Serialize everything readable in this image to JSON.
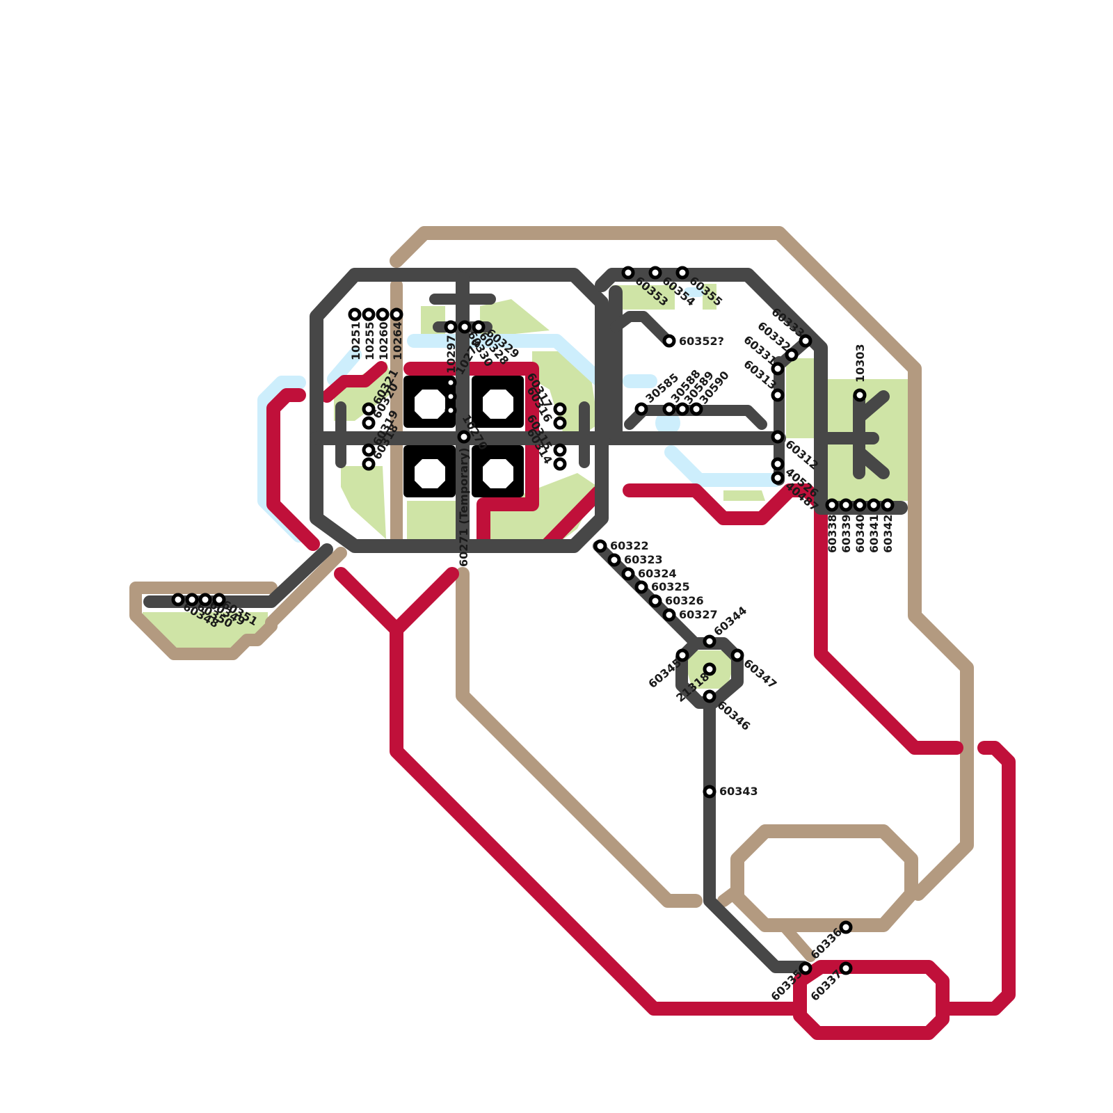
{
  "colors": {
    "tan": "#b39a80",
    "red": "#c0103a",
    "dark": "#474747",
    "green": "#cfe4a6",
    "water": "#cdeefc",
    "hub": "#000000"
  },
  "stops": {
    "s10251": "10251",
    "s10255": "10255",
    "s10260": "10260",
    "s10264": "10264",
    "s10297": "10297",
    "s60330": "60330",
    "s60328": "60328",
    "s60329": "60329",
    "s10278": "10278",
    "s10270": "10270",
    "s60271": "60271 (Temporary)",
    "s60321": "60321",
    "s60320": "60320",
    "s60319": "60319",
    "s60318": "60318",
    "s60317": "60317",
    "s60316": "60316",
    "s60315": "60315",
    "s60314": "60314",
    "s60353": "60353",
    "s60354": "60354",
    "s60355": "60355",
    "s60352": "60352?",
    "s30585": "30585",
    "s30588": "30588",
    "s30589": "30589",
    "s30590": "30590",
    "s60333": "60333",
    "s60332": "60332",
    "s60331": "60331",
    "s60313": "60313",
    "s60312": "60312",
    "s40526": "40526",
    "s40487": "40487",
    "s10303": "10303",
    "s60338": "60338",
    "s60339": "60339",
    "s60340": "60340",
    "s60341": "60341",
    "s60342": "60342",
    "s60322": "60322",
    "s60323": "60323",
    "s60324": "60324",
    "s60325": "60325",
    "s60326": "60326",
    "s60327": "60327",
    "s60344": "60344",
    "s60345": "60345",
    "s60347": "60347",
    "s21318": "21318",
    "s60346": "60346",
    "s60343": "60343",
    "s60348": "60348",
    "s60350": "60350",
    "s60349": "60349",
    "s60351": "60351",
    "s60335": "60335",
    "s60336": "60336",
    "s60337": "60337"
  }
}
